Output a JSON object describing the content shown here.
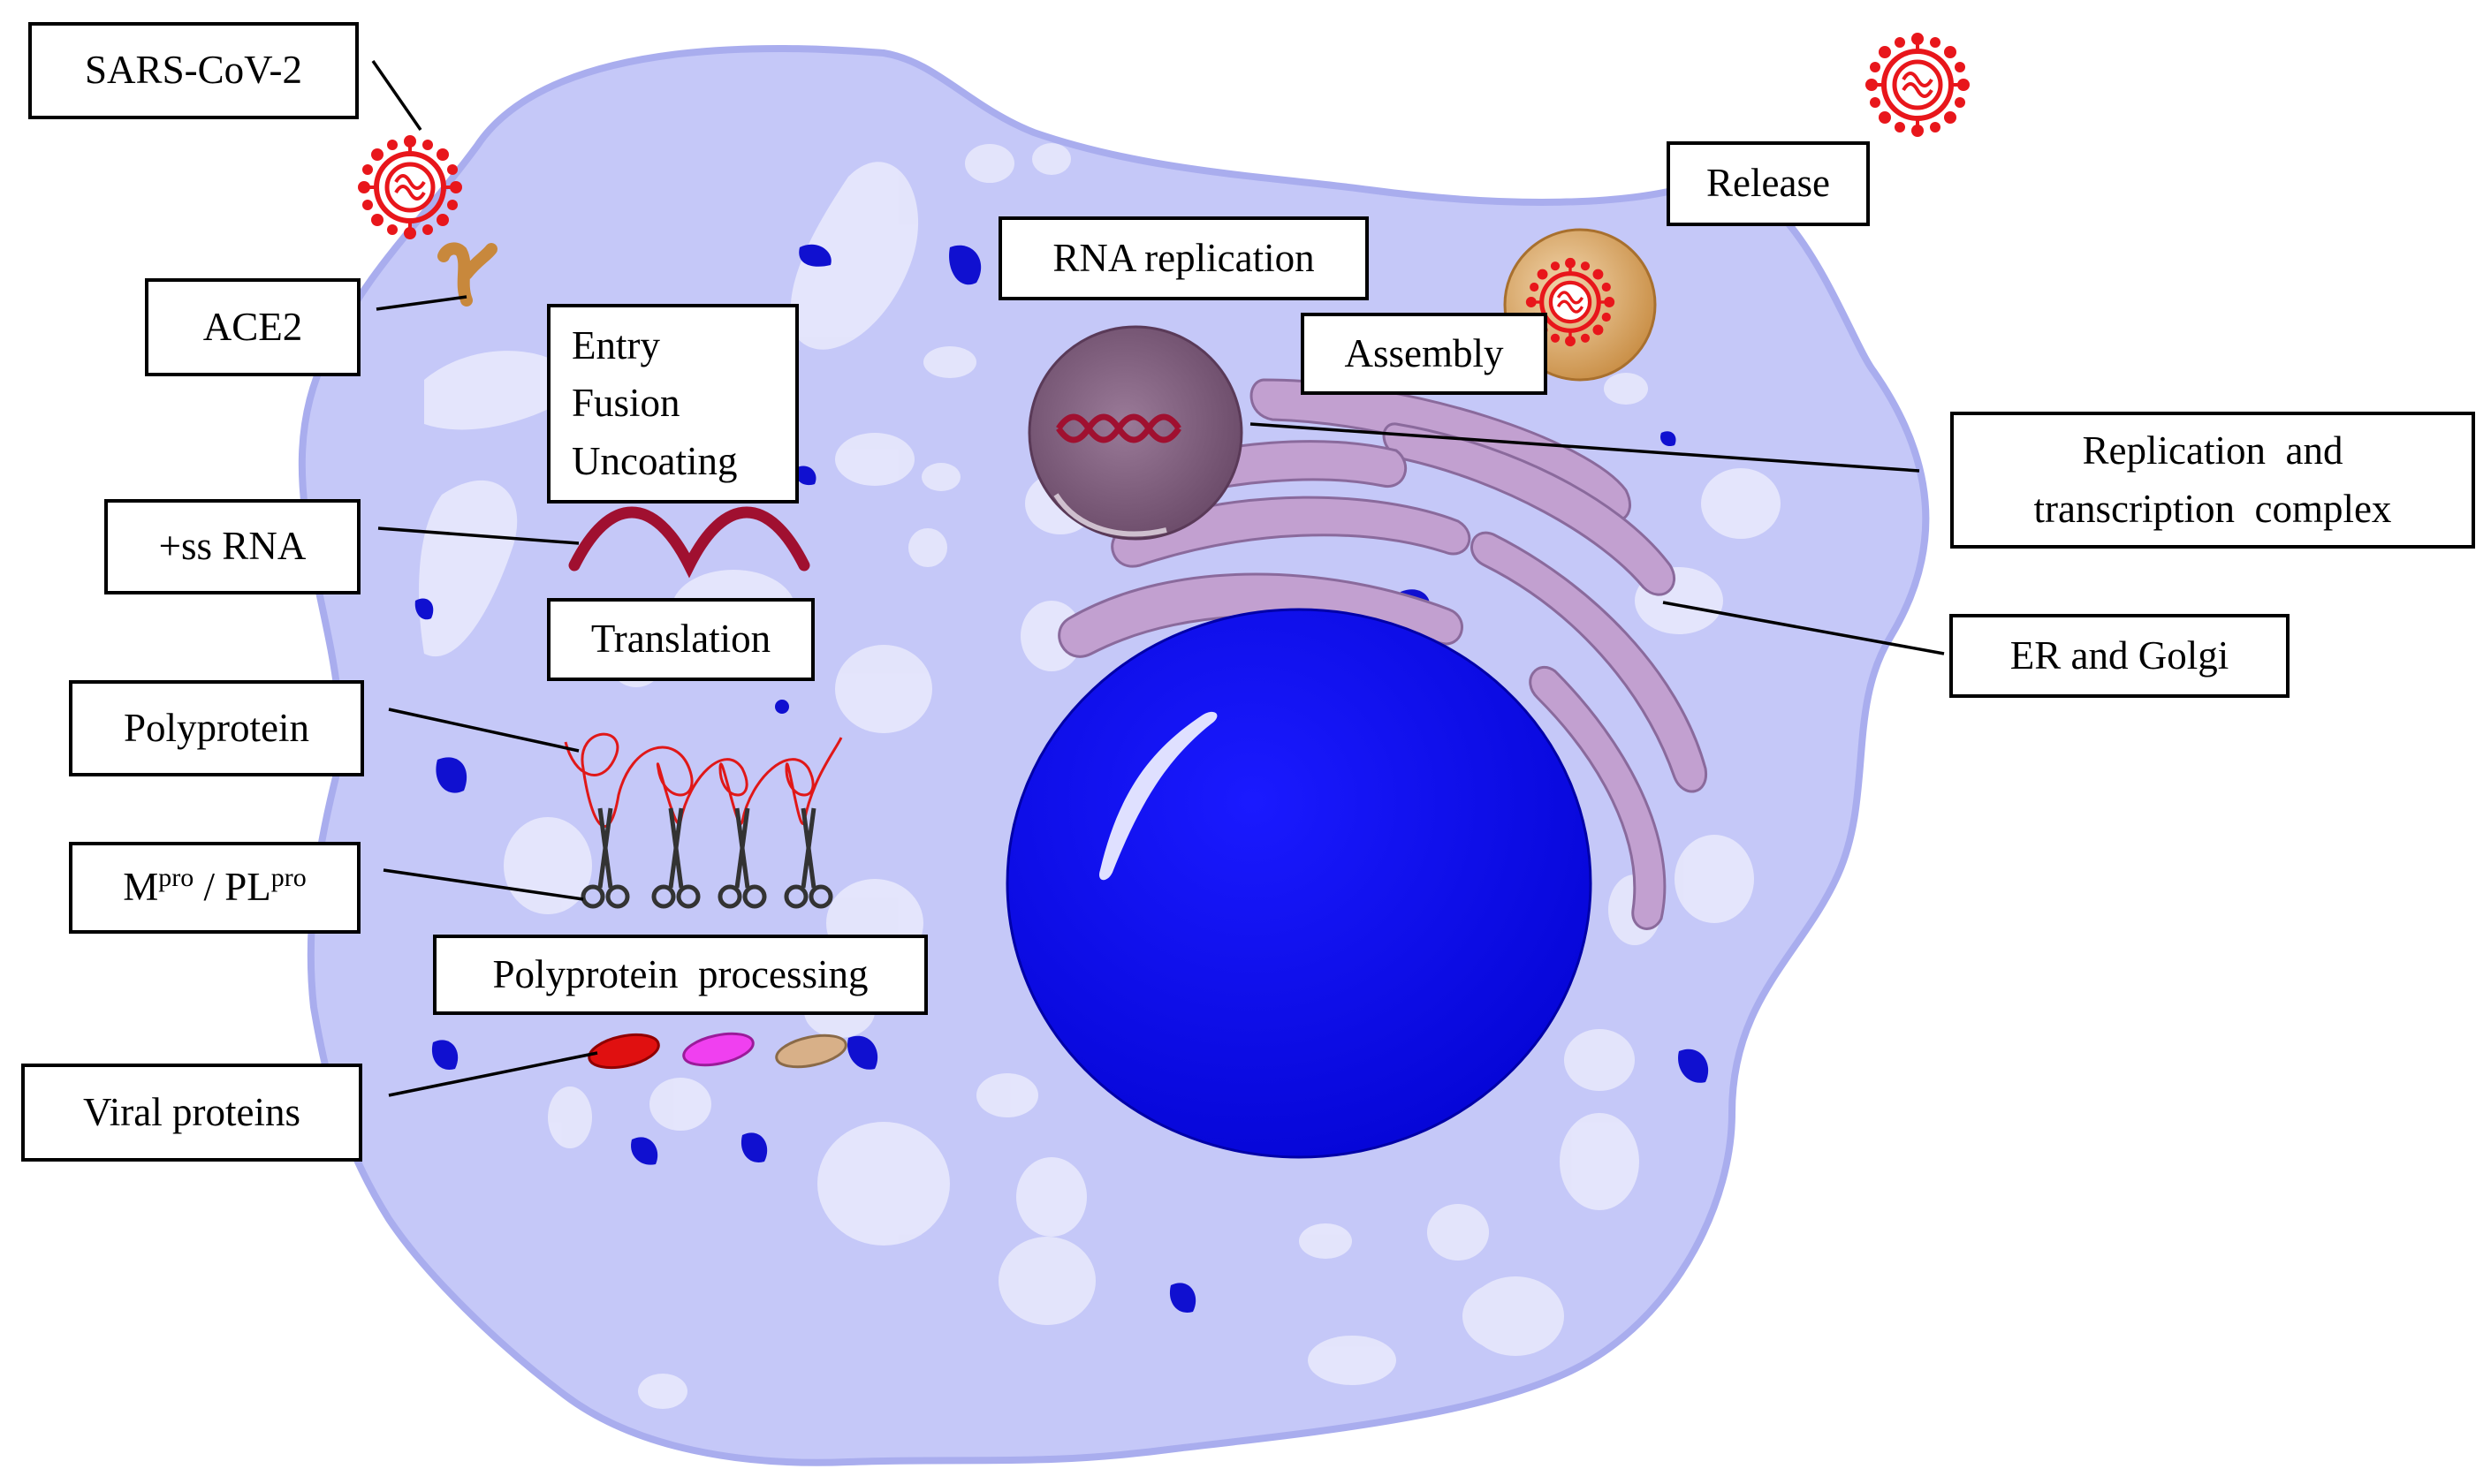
{
  "labels": {
    "sars_cov_2": "SARS-CoV-2",
    "ace2": "ACE2",
    "entry": "Entry",
    "fusion": "Fusion",
    "uncoating": "Uncoating",
    "ss_rna": "+ss RNA",
    "translation": "Translation",
    "polyprotein": "Polyprotein",
    "mpro_m": "M",
    "mpro_sup": "pro",
    "mpro_sep": " / PL",
    "plpro_sup": "pro",
    "polyprotein_processing": "Polyprotein  processing",
    "viral_proteins": "Viral proteins",
    "rna_replication": "RNA replication",
    "assembly": "Assembly",
    "release": "Release",
    "rtc_line1": "Replication  and",
    "rtc_line2": "transcription  complex",
    "er_golgi": "ER and Golgi"
  },
  "colors": {
    "cytoplasm": "#c5c8f8",
    "cytoplasm_edge": "#a9adee",
    "nucleus": "#0a0ae6",
    "vesicle_light": "#e7e8fc",
    "organelle_dark": "#1010d0",
    "er_golgi": "#c2a0d0",
    "virus_red": "#e8161b",
    "rna_dark_red": "#a01030",
    "rtc_sphere": "#7a5a78",
    "assembly_vesicle": "#d8a35f",
    "ace2_receptor": "#c8883c",
    "protein_red": "#e01010",
    "protein_magenta": "#f040f0",
    "protein_tan": "#d8b088"
  }
}
